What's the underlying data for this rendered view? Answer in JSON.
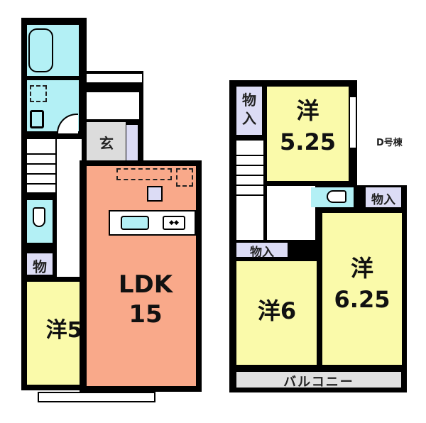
{
  "plan": {
    "building_label": "D号棟",
    "colors": {
      "wall": "#000000",
      "wet_area": "#b3f0f5",
      "ldk": "#f9a98a",
      "western_room": "#fafaaa",
      "storage": "#dcdcf5",
      "entrance": "#dcdcdc",
      "balcony": "#e0e0e0",
      "hall": "#ffffff"
    },
    "floor1": {
      "rooms": [
        {
          "id": "ldk",
          "name": "LDK",
          "size": "15"
        },
        {
          "id": "western5",
          "name": "洋",
          "size": "5"
        },
        {
          "id": "entrance",
          "name": "玄"
        },
        {
          "id": "storage1",
          "name": "物"
        }
      ]
    },
    "floor2": {
      "rooms": [
        {
          "id": "western525",
          "name": "洋",
          "size": "5.25"
        },
        {
          "id": "western6",
          "name": "洋",
          "size": "6"
        },
        {
          "id": "western625",
          "name": "洋",
          "size": "6.25"
        },
        {
          "id": "closet_a",
          "line1": "物",
          "line2": "入"
        },
        {
          "id": "closet_b",
          "name": "物入"
        },
        {
          "id": "closet_c",
          "name": "物入"
        },
        {
          "id": "balcony",
          "name": "バルコニー"
        }
      ]
    }
  }
}
